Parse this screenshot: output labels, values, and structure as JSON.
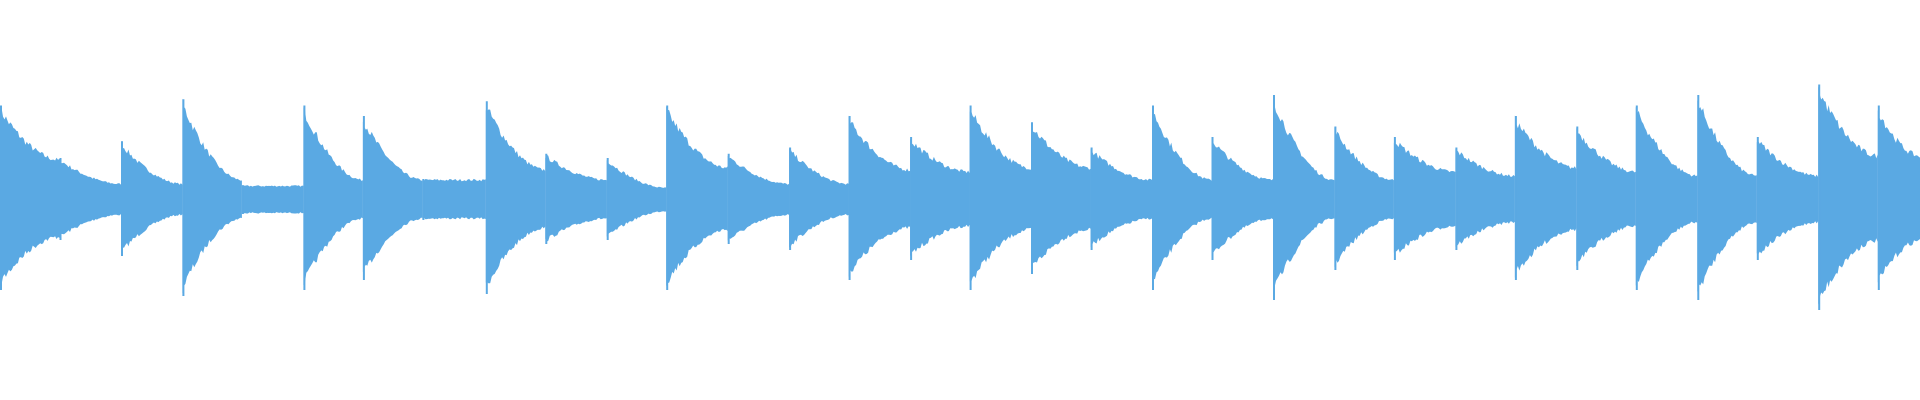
{
  "waveform": {
    "color": "#5aa9e3",
    "background": "#ffffff",
    "bursts": [
      {
        "t": 0.0,
        "peak": 0.45,
        "tail": 0.2
      },
      {
        "t": 0.031,
        "peak": 0.2,
        "tail": 0.08
      },
      {
        "t": 0.063,
        "peak": 0.28,
        "tail": 0.08
      },
      {
        "t": 0.095,
        "peak": 0.48,
        "tail": 0.1
      },
      {
        "t": 0.126,
        "peak": 0.07,
        "tail": 0.07
      },
      {
        "t": 0.158,
        "peak": 0.45,
        "tail": 0.1
      },
      {
        "t": 0.189,
        "peak": 0.4,
        "tail": 0.1
      },
      {
        "t": 0.22,
        "peak": 0.1,
        "tail": 0.1
      },
      {
        "t": 0.253,
        "peak": 0.47,
        "tail": 0.15
      },
      {
        "t": 0.284,
        "peak": 0.22,
        "tail": 0.1
      },
      {
        "t": 0.316,
        "peak": 0.2,
        "tail": 0.06
      },
      {
        "t": 0.347,
        "peak": 0.45,
        "tail": 0.16
      },
      {
        "t": 0.379,
        "peak": 0.22,
        "tail": 0.08
      },
      {
        "t": 0.411,
        "peak": 0.25,
        "tail": 0.08
      },
      {
        "t": 0.442,
        "peak": 0.4,
        "tail": 0.15
      },
      {
        "t": 0.474,
        "peak": 0.3,
        "tail": 0.14
      },
      {
        "t": 0.505,
        "peak": 0.45,
        "tail": 0.16
      },
      {
        "t": 0.537,
        "peak": 0.37,
        "tail": 0.16
      },
      {
        "t": 0.568,
        "peak": 0.25,
        "tail": 0.1
      },
      {
        "t": 0.6,
        "peak": 0.45,
        "tail": 0.1
      },
      {
        "t": 0.631,
        "peak": 0.3,
        "tail": 0.1
      },
      {
        "t": 0.663,
        "peak": 0.5,
        "tail": 0.1
      },
      {
        "t": 0.695,
        "peak": 0.35,
        "tail": 0.1
      },
      {
        "t": 0.726,
        "peak": 0.3,
        "tail": 0.14
      },
      {
        "t": 0.758,
        "peak": 0.25,
        "tail": 0.12
      },
      {
        "t": 0.789,
        "peak": 0.4,
        "tail": 0.16
      },
      {
        "t": 0.821,
        "peak": 0.35,
        "tail": 0.14
      },
      {
        "t": 0.852,
        "peak": 0.45,
        "tail": 0.12
      },
      {
        "t": 0.884,
        "peak": 0.5,
        "tail": 0.12
      },
      {
        "t": 0.915,
        "peak": 0.3,
        "tail": 0.12
      },
      {
        "t": 0.947,
        "peak": 0.55,
        "tail": 0.22
      },
      {
        "t": 0.978,
        "peak": 0.45,
        "tail": 0.22
      }
    ]
  }
}
